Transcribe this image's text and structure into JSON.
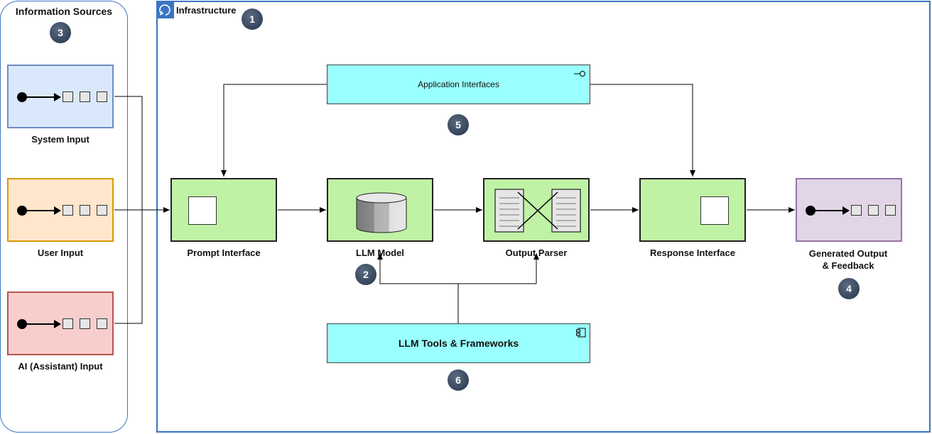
{
  "panels": {
    "sources_title": "Information Sources",
    "infra_title": "Infrastructure"
  },
  "sources": [
    {
      "label": "System Input",
      "fill": "#dae8fc",
      "stroke": "#6c8ebf"
    },
    {
      "label": "User Input",
      "fill": "#ffe6cc",
      "stroke": "#d79b00"
    },
    {
      "label": "AI (Assistant) Input",
      "fill": "#f8cecc",
      "stroke": "#b85450"
    }
  ],
  "pipeline": {
    "prompt_interface": "Prompt Interface",
    "llm_model": "LLM Model",
    "output_parser": "Output Parser",
    "response_interface": "Response Interface",
    "generated_output_line1": "Generated Output",
    "generated_output_line2": "& Feedback"
  },
  "interfaces": {
    "application_interfaces": "Application Interfaces",
    "llm_tools": "LLM Tools & Frameworks"
  },
  "badges": {
    "infrastructure": "1",
    "llm_model": "2",
    "sources": "3",
    "output": "4",
    "application_interfaces": "5",
    "llm_tools": "6"
  },
  "colors": {
    "panel_border": "#3a75c4",
    "process_fill": "#c0f2a6",
    "interface_fill": "#99ffff",
    "output_fill": "#e1d5e7",
    "output_stroke": "#9673a6"
  }
}
